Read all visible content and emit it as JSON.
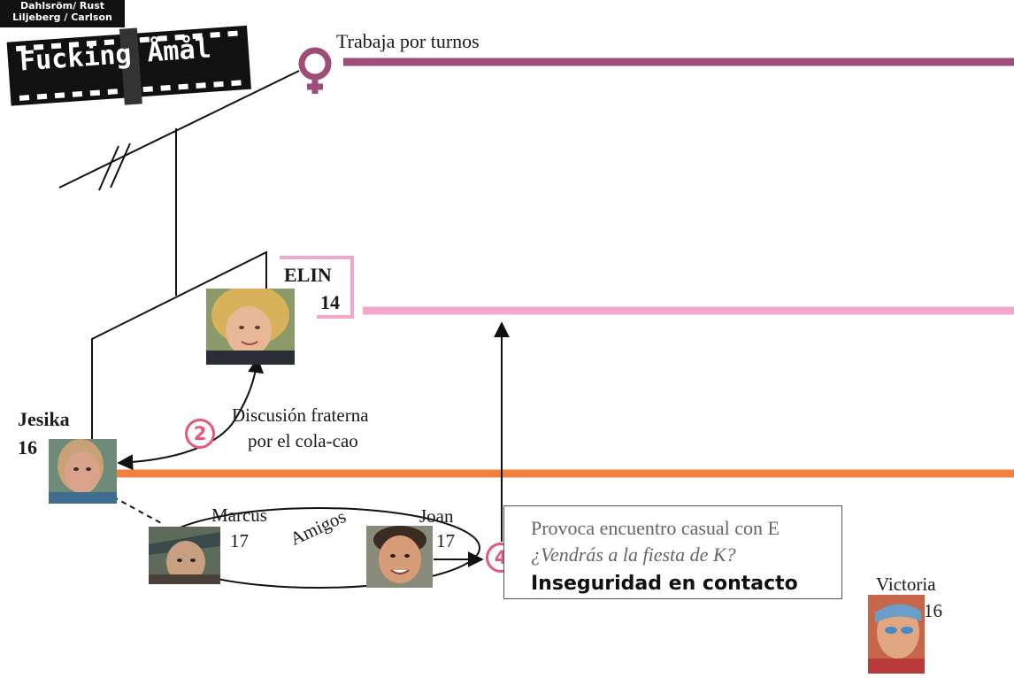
{
  "credits": {
    "line1": "Dahlsröm/ Rust",
    "line2": "Liljeberg / Carlson"
  },
  "logo": {
    "title": "Fucking Åmål"
  },
  "colors": {
    "mother": "#9e4d7a",
    "elin": "#f4a7cc",
    "jesika": "#f2813d",
    "badge": "#e8567a"
  },
  "timelines": {
    "mother": {
      "label": "Trabaja por turnos",
      "icon": "female-symbol-icon"
    },
    "elin": {
      "name": "ELIN",
      "age": "14"
    },
    "jesika": {
      "name": "Jesika",
      "age": "16"
    }
  },
  "people": {
    "marcus": {
      "name": "Marcus",
      "age": "17"
    },
    "joan": {
      "name": "Joan",
      "age": "17"
    },
    "victoria": {
      "name": "Victoria",
      "age": "16"
    }
  },
  "relations": {
    "friends_label": "Amigos"
  },
  "events": [
    {
      "number": "2",
      "line1": "Discusión fraterna",
      "line2": "por el cola-cao"
    },
    {
      "number": "4",
      "line1": "Provoca encuentro casual con E",
      "line2": "¿Vendrás a la fiesta de K?",
      "line3": "Inseguridad en contacto"
    }
  ]
}
